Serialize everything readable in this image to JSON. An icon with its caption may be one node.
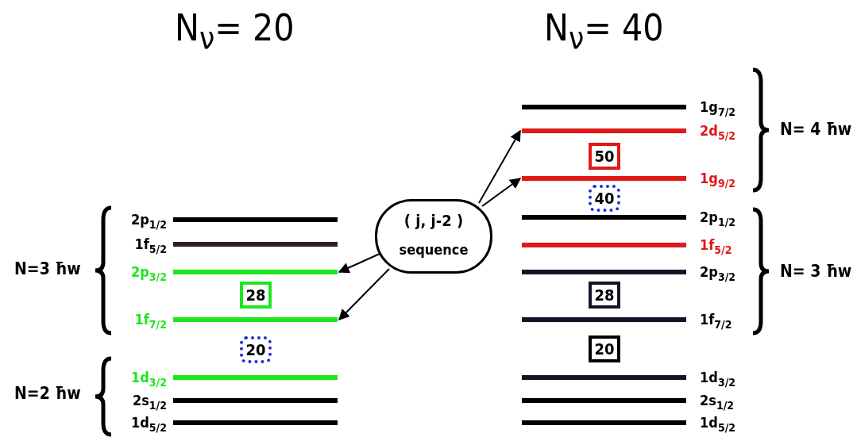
{
  "diagram": {
    "nodes": [
      {
        "text": [],
        "shape": "bar",
        "beside": [
          "2p$_{1/2}$"
        ]
      },
      {
        "text": [],
        "shape": "bar",
        "beside": [
          "1f$_{5/2}$"
        ]
      },
      {
        "text": [],
        "shape": "bar",
        "beside": [
          "2p$_{3/2}$"
        ]
      },
      {
        "text": [],
        "shape": "bar",
        "beside": [
          "1f$_{7/2}$"
        ]
      },
      {
        "text": [],
        "shape": "bar",
        "beside": [
          "1d$_{3/2}$"
        ]
      },
      {
        "text": [],
        "shape": "bar",
        "beside": [
          "2s$_{1/2}$"
        ]
      },
      {
        "text": [],
        "shape": "bar",
        "beside": [
          "1d$_{5/2}$"
        ]
      },
      {
        "text": [
          "28"
        ]
      },
      {
        "text": [
          "20"
        ]
      },
      {
        "text": [
          "( j, j-2 )",
          "sequence"
        ]
      },
      {
        "text": [],
        "shape": "bar",
        "beside": [
          "1g$_{7/2}$"
        ]
      },
      {
        "text": [],
        "shape": "bar",
        "beside": [
          "2d$_{5/2}$"
        ]
      },
      {
        "text": [],
        "shape": "bar",
        "beside": [
          "1g$_{9/2}$"
        ]
      },
      {
        "text": [],
        "shape": "bar",
        "beside": [
          "2p$_{1/2}$"
        ]
      },
      {
        "text": [],
        "shape": "bar",
        "beside": [
          "1f$_{5/2}$"
        ]
      },
      {
        "text": [],
        "shape": "bar",
        "beside": [
          "2p$_{3/2}$"
        ]
      },
      {
        "text": [],
        "shape": "bar",
        "beside": [
          "1f$_{7/2}$"
        ]
      },
      {
        "text": [],
        "shape": "bar",
        "beside": [
          "1d$_{3/2}$"
        ]
      },
      {
        "text": [],
        "shape": "bar",
        "beside": [
          "2s$_{1/2}$"
        ]
      },
      {
        "text": [],
        "shape": "bar",
        "beside": [
          "1d$_{5/2}$"
        ]
      },
      {
        "text": [
          "50"
        ]
      },
      {
        "text": [
          "40"
        ]
      },
      {
        "text": [
          "28"
        ]
      },
      {
        "text": [
          "20"
        ]
      }
    ],
    "edges": [
      {
        "from": 9,
        "to": 2,
        "arrow": "to"
      },
      {
        "from": 9,
        "to": 3,
        "arrow": "to"
      },
      {
        "from": 9,
        "to": 11,
        "arrow": "to"
      },
      {
        "from": 9,
        "to": 12,
        "arrow": "to"
      }
    ],
    "labels": [
      "N$_{ν}$= 20",
      "N$_{ν}$= 40",
      "N=3 ħw",
      "N=2 ħw",
      "N= 4 ħw",
      "N= 3 ħw"
    ]
  }
}
